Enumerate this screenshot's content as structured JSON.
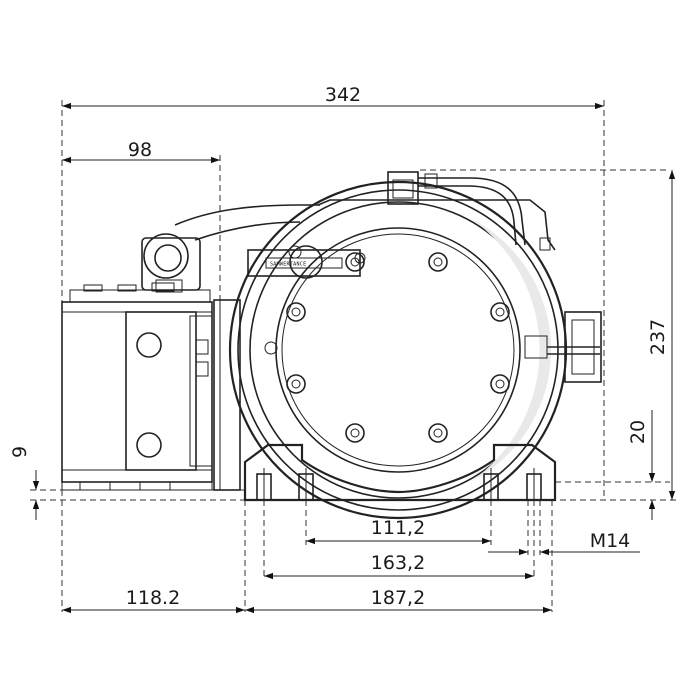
{
  "dimensions": {
    "overall_width": "342",
    "motor_width": "98",
    "overall_height": "237",
    "base_height": "20",
    "foot_height": "9",
    "bolt_spacing_inner": "111,2",
    "bolt_spacing_mid": "163,2",
    "bolt_spacing_outer": "187,2",
    "offset_left": "118.2",
    "thread_size": "M14"
  },
  "nameplate_text": "SAMWERTANCE"
}
